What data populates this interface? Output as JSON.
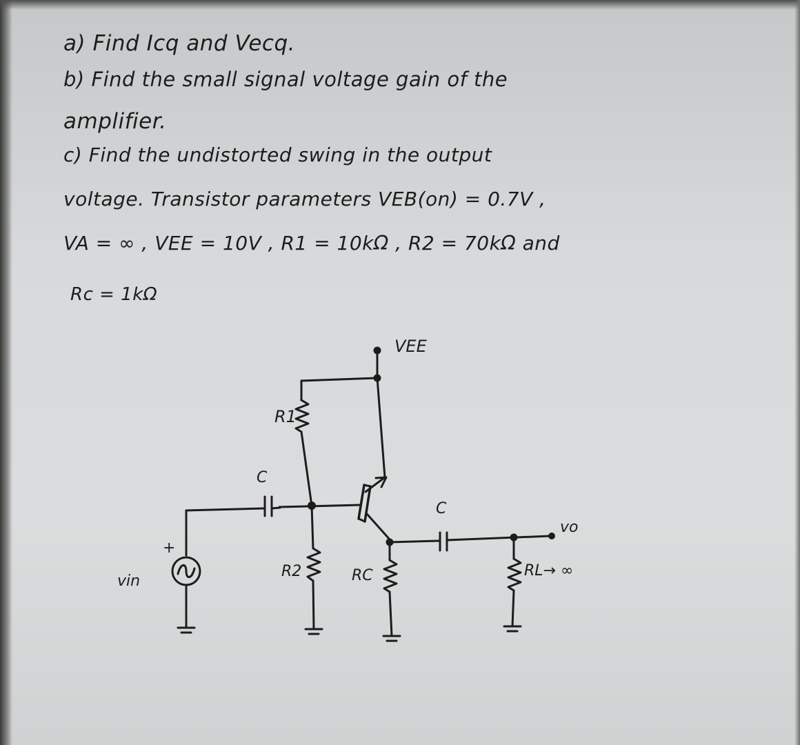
{
  "problem": {
    "line_a": "a) Find  Icq  and  Vecq.",
    "line_b1": "b) Find   the   small  signal   voltage  gain   of  the",
    "line_b2": "amplifier.",
    "line_c1": "c) Find  the      undistorted     swing   in  the   output",
    "line_c2": "voltage. Transistor   parameters    VEB(on) = 0.7V ,",
    "line_c3": "VA = ∞  , VEE = 10V ,  R1 = 10kΩ ,  R2 = 70kΩ  and",
    "line_c4": "Rc = 1kΩ"
  },
  "circuit": {
    "vee_label": "VEE",
    "r1_label": "R1",
    "r2_label": "R2",
    "rc_label": "RC",
    "c_in_label": "C",
    "c_out_label": "C",
    "vin_label": "vin",
    "vin_plus": "+",
    "vo_label": "vo",
    "rl_label": "RL→ ∞",
    "ink_color": "#1c1c1c"
  }
}
